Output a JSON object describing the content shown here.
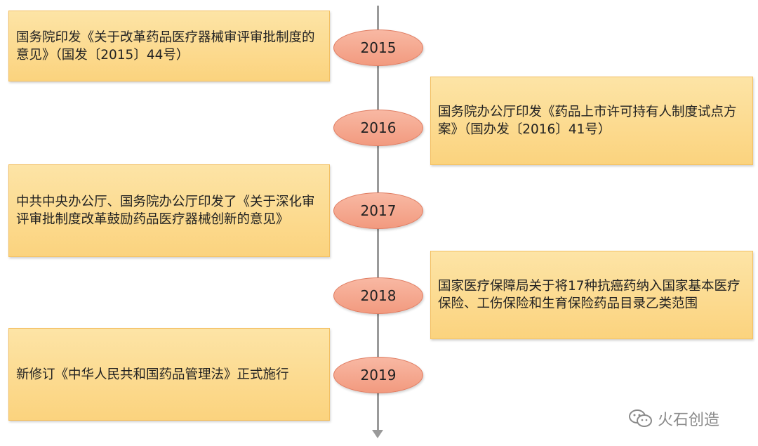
{
  "timeline": {
    "events": [
      {
        "year": "2015",
        "text": "国务院印发《关于改革药品医疗器械审评审批制度的意见》（国发〔2015〕44号）"
      },
      {
        "year": "2016",
        "text": "国务院办公厅印发《药品上市许可持有人制度试点方案》（国办发〔2016〕41号）"
      },
      {
        "year": "2017",
        "text": "中共中央办公厅、国务院办公厅印发了《关于深化审评审批制度改革鼓励药品医疗器械创新的意见》"
      },
      {
        "year": "2018",
        "text": "国家医疗保障局关于将17种抗癌药纳入国家基本医疗保险、工伤保险和生育保险药品目录乙类范围"
      },
      {
        "year": "2019",
        "text": "新修订《中华人民共和国药品管理法》正式施行"
      }
    ]
  },
  "watermark": {
    "text": "火石创造",
    "icon": "wechat-icon"
  }
}
